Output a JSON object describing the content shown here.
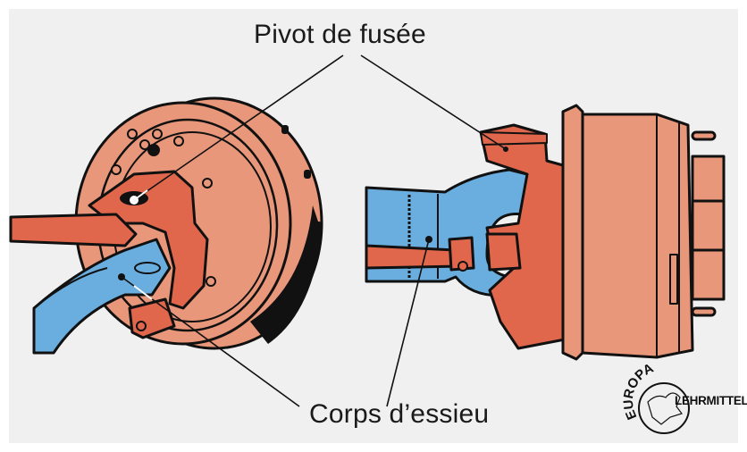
{
  "figure": {
    "labels": {
      "kingpin": "Pivot de fusée",
      "axle_body": "Corps d’essieu"
    },
    "logo": {
      "top_text": "EUROPA",
      "bottom_text": "LEHRMITTEL"
    },
    "colors": {
      "background": "#f0f0f0",
      "drum": "#e8977a",
      "knuckle": "#e0674c",
      "axle": "#6aaee0",
      "outline": "#111111",
      "text": "#1a1a1a"
    }
  }
}
